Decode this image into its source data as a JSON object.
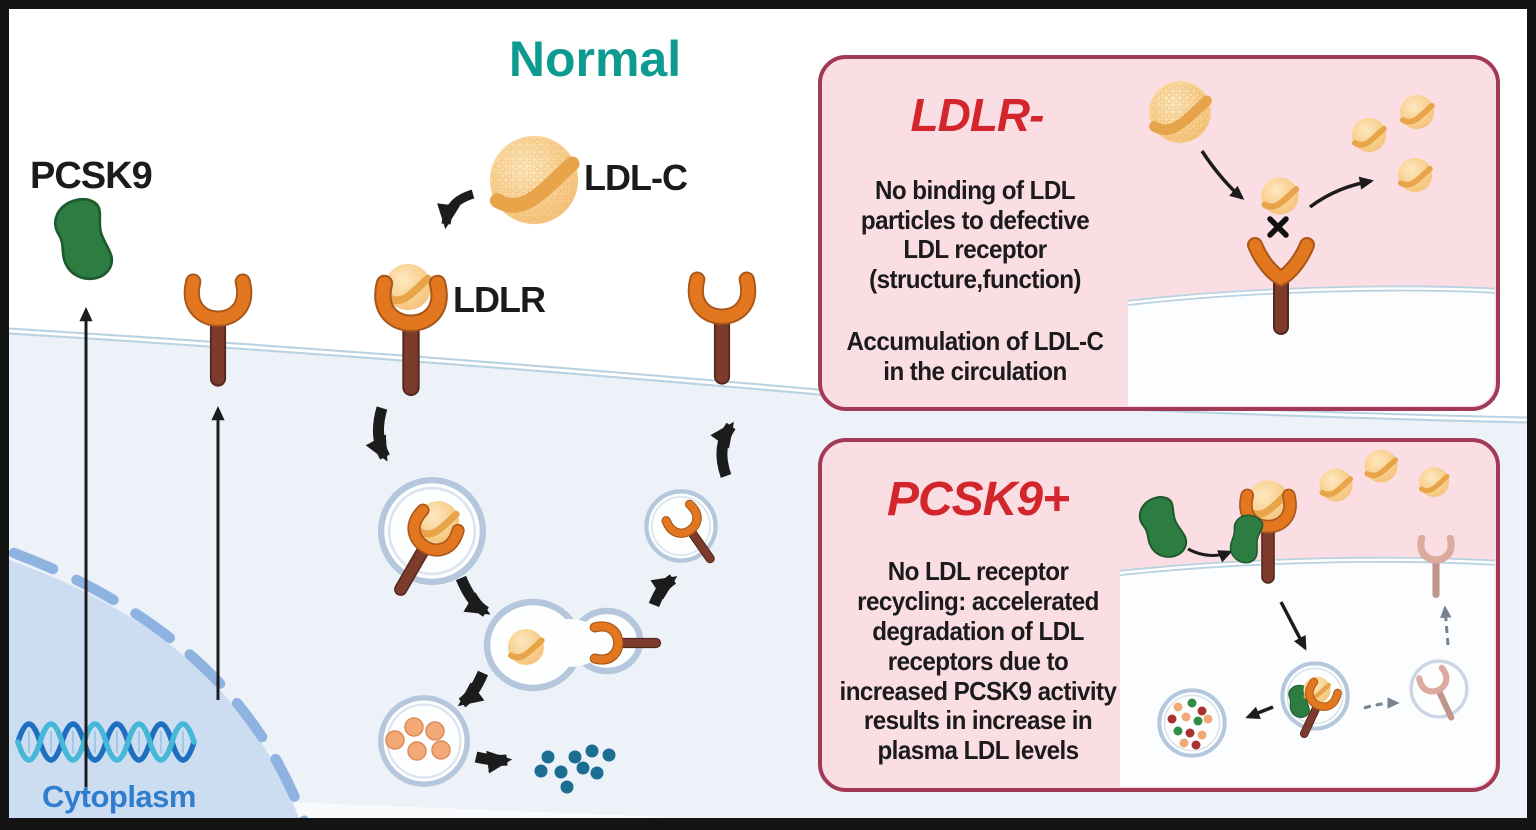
{
  "figure": {
    "main": {
      "title": "Normal",
      "labels": {
        "pcsk9": "PCSK9",
        "ldlc": "LDL-C",
        "ldlr": "LDLR",
        "cytoplasm": "Cytoplasm"
      }
    },
    "boxes": {
      "ldlr_minus": {
        "title": "LDLR-",
        "para1": "No binding of LDL\nparticles to defective\nLDL receptor\n(structure,function)",
        "para2": "Accumulation of LDL-C\nin the circulation"
      },
      "pcsk9_plus": {
        "title": "PCSK9+",
        "para": "No LDL receptor\nrecycling: accelerated\ndegradation of LDL\nreceptors due to\nincreased PCSK9 activity\nresults in increase in\nplasma LDL levels"
      }
    },
    "colors": {
      "title_teal": "#0e9b8f",
      "heading_red": "#d3262c",
      "box_fill": "#fbdee4",
      "box_border": "#a23a57",
      "cytoplasm_blue": "#2f7ece",
      "membrane_blue": "#b9d2e2",
      "cell_fill": "#edf2f9",
      "nucleus_fill": "#ccddf2",
      "nucleus_dash": "#8fb3e0",
      "receptor_orange": "#e2771f",
      "receptor_stem_brown": "#7d3b2c",
      "receptor_faded_pink": "#dcab9e",
      "ldl_fill": "#f8cd8a",
      "ldl_band": "#e8a449",
      "pcsk9_green": "#2d7c41",
      "released_dots_teal": "#1b6e91",
      "lysosome_dot_orange": "#f3a878",
      "lysosome_dot_red": "#a83232",
      "lysosome_dot_green": "#2f8f46",
      "dna_blue": "#1e6fc0",
      "dna_cyan": "#45b8d8",
      "frame_black": "#141414"
    }
  }
}
